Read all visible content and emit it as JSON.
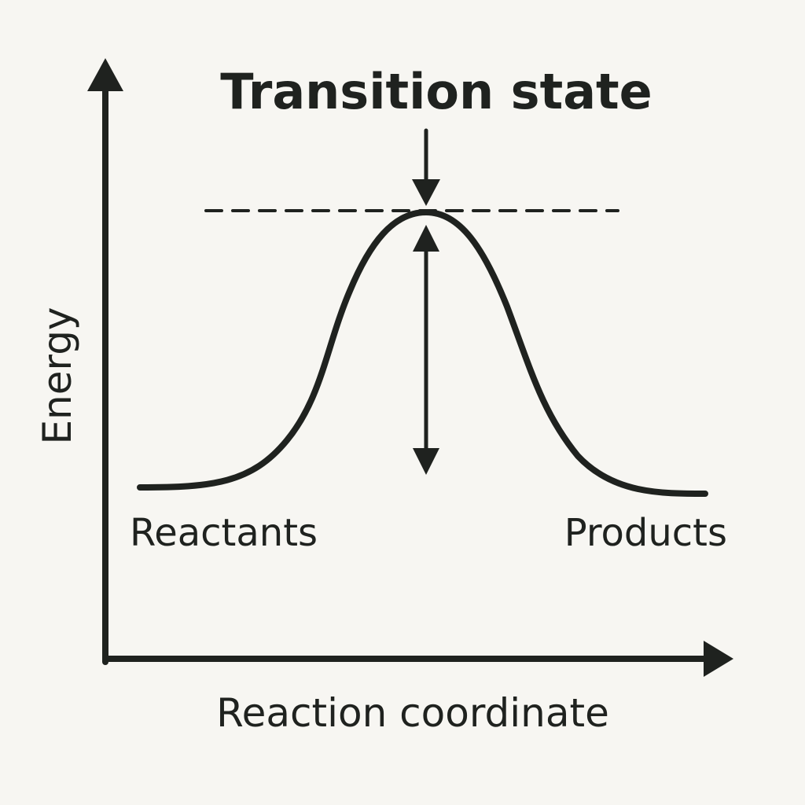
{
  "diagram": {
    "title": "Transition state",
    "left_label": "Reactants",
    "right_label": "Products",
    "x_axis_label": "Reaction coordinate",
    "y_axis_label": "Energy"
  },
  "colors": {
    "ink": "#1f221f",
    "background": "#f7f6f2"
  }
}
